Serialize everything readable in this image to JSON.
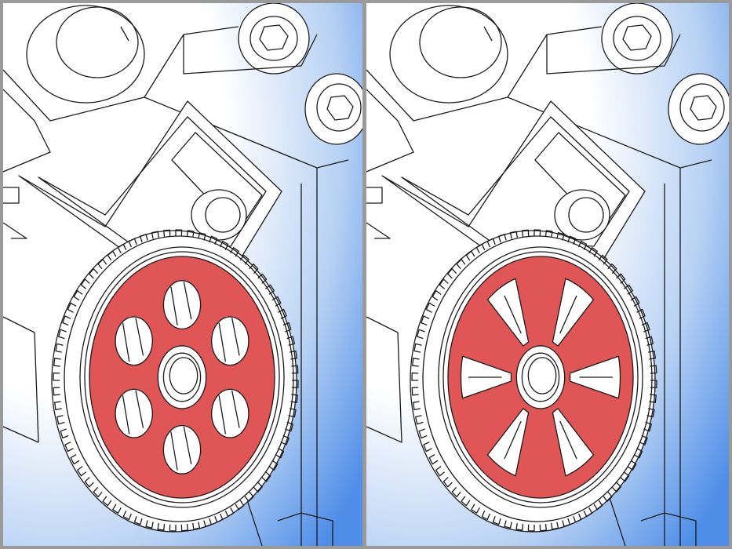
{
  "colors": {
    "gear_fill": "#e05555",
    "line": "#1a1a1a",
    "background_blue": "#4f8ee8",
    "background_light": "#ffffff",
    "frame": "#9a9a9a"
  },
  "panels": [
    {
      "name": "solid-disc-gear",
      "web_style": "round-holes",
      "hole_count": 6
    },
    {
      "name": "spoked-gear",
      "web_style": "spokes",
      "spoke_count": 6
    }
  ]
}
